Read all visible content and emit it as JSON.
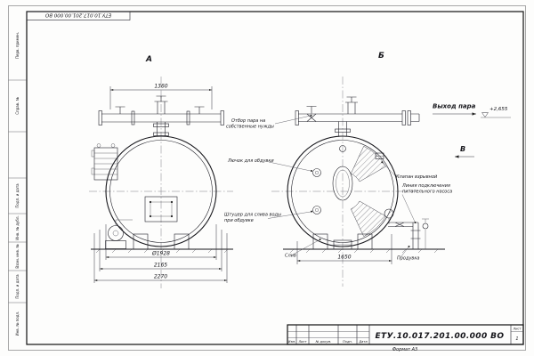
{
  "sheet": {
    "stamp_top": "ЕТУ.10.017.201.00.000 ВО",
    "format": "Формат А3"
  },
  "margin": {
    "m1": "Перв. примен.",
    "m2": "Справ. №",
    "m3": "Подп. и дата",
    "m4": "Инв. № дубл.",
    "m5": "Взам. инв. №",
    "m6": "Подп. и дата",
    "m7": "Инв. № подл."
  },
  "title": {
    "doc_number": "ЕТУ.10.017.201.00.000 ВО",
    "cols": {
      "izm": "Изм.",
      "list": "Лист",
      "doc": "№ докум.",
      "sign": "Подп.",
      "date": "Дата"
    },
    "sheet_label": "Лист",
    "sheet_value": "1"
  },
  "views": {
    "a": "А",
    "b": "Б",
    "v": "В"
  },
  "dims": {
    "w1360": "1360",
    "d1928": "Ø1928",
    "w2165": "2165",
    "w2270": "2270",
    "w1650": "1650",
    "level": "+2,655"
  },
  "ann": {
    "steam_out": "Выход пара",
    "own1": "Отбор пара на",
    "own2": "собственные нужды",
    "hatch": "Лючок для обдувки",
    "drain1": "Штуцер для слива воды",
    "drain2": "при обдувке",
    "valve": "Клапан взрывной",
    "line1": "Линия подключения",
    "line2": "питательного насоса",
    "blowdown": "Продувка",
    "sliv": "Слив"
  }
}
